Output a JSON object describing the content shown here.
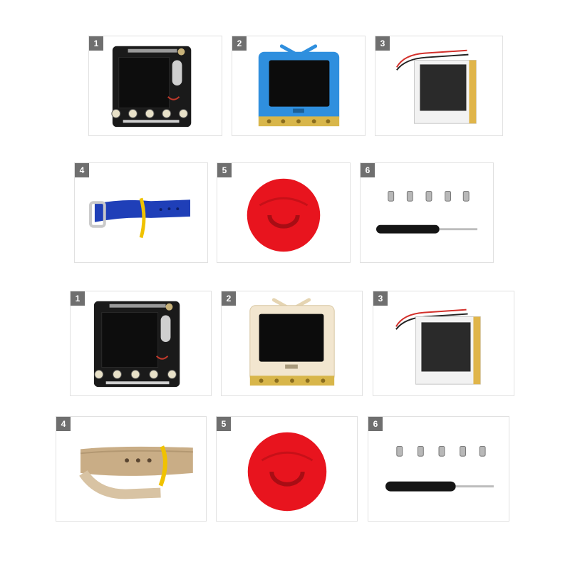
{
  "sets": [
    {
      "items": [
        {
          "number": "1",
          "icon": "black-controller-board"
        },
        {
          "number": "2",
          "icon": "blue-tv-shaped-case"
        },
        {
          "number": "3",
          "icon": "lipo-battery"
        },
        {
          "number": "4",
          "icon": "blue-watch-strap"
        },
        {
          "number": "5",
          "icon": "red-hook-loop-tape-roll"
        },
        {
          "number": "6",
          "icon": "screws-and-screwdriver"
        }
      ],
      "colors": {
        "case": "#2f8fde",
        "strap": "#1f3fb8",
        "tape": "#e8141e"
      }
    },
    {
      "items": [
        {
          "number": "1",
          "icon": "black-controller-board"
        },
        {
          "number": "2",
          "icon": "beige-tv-shaped-case"
        },
        {
          "number": "3",
          "icon": "lipo-battery"
        },
        {
          "number": "4",
          "icon": "beige-watch-strap"
        },
        {
          "number": "5",
          "icon": "red-hook-loop-tape-roll"
        },
        {
          "number": "6",
          "icon": "screws-and-screwdriver"
        }
      ],
      "colors": {
        "case": "#f2e6cf",
        "strap": "#c9ad86",
        "tape": "#e8141e"
      }
    }
  ]
}
